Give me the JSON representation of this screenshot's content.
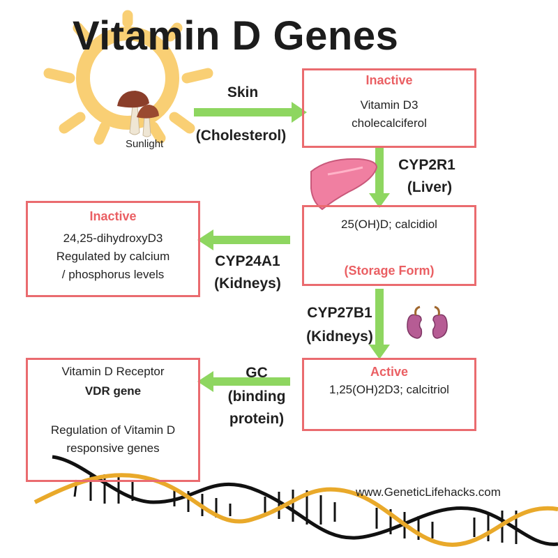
{
  "title": "Vitamin D Genes",
  "sun_label": "Sunlight",
  "arrow_skin": {
    "line1": "Skin",
    "line2": "(Cholesterol)"
  },
  "box_d3": {
    "head": "Inactive",
    "line1": "Vitamin D3",
    "line2": "cholecalciferol"
  },
  "arrow_cyp2r1": {
    "line1": "CYP2R1",
    "line2": "(Liver)"
  },
  "box_calcidiol": {
    "line1": "25(OH)D; calcidiol",
    "foot": "(Storage Form)"
  },
  "arrow_cyp24a1": {
    "line1": "CYP24A1",
    "line2": "(Kidneys)"
  },
  "box_dihydroxy": {
    "head": "Inactive",
    "line1": "24,25-dihydroxyD3",
    "line2": "Regulated by calcium",
    "line3": "/ phosphorus levels"
  },
  "arrow_cyp27b1": {
    "line1": "CYP27B1",
    "line2": "(Kidneys)"
  },
  "box_calcitriol": {
    "head": "Active",
    "line1": "1,25(OH)2D3; calcitriol"
  },
  "arrow_gc": {
    "line1": "GC",
    "line2": "(binding",
    "line3": "protein)"
  },
  "box_vdr": {
    "line1": "Vitamin D Receptor",
    "line2": "VDR gene",
    "line3": "Regulation of Vitamin D",
    "line4": "responsive genes"
  },
  "website": "www.GeneticLifehacks.com",
  "colors": {
    "box_border": "#ea6b6f",
    "head_text": "#ea5f63",
    "arrow": "#8ed660",
    "sun": "#f9cf74",
    "dna_gold": "#e9a92a"
  },
  "icons": [
    "sun-icon",
    "mushroom-icon",
    "liver-icon",
    "kidneys-icon",
    "dna-helix-icon"
  ]
}
